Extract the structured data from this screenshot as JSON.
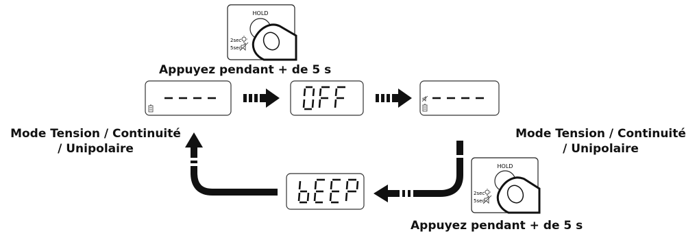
{
  "instructions": {
    "top": "Appuyez pendant + de 5 s",
    "bottom": "Appuyez pendant + de 5 s"
  },
  "modes": {
    "left": {
      "line1": "Mode Tension / Continuité",
      "line2": "/ Unipolaire"
    },
    "right": {
      "line1": "Mode Tension / Continuité",
      "line2": "/ Unipolaire"
    }
  },
  "button": {
    "label": "HOLD",
    "opt_light": "2sec",
    "opt_mute": "5sec"
  },
  "displays": {
    "dashes": "- - - -",
    "off": "OFF",
    "beep": "bEEP"
  }
}
